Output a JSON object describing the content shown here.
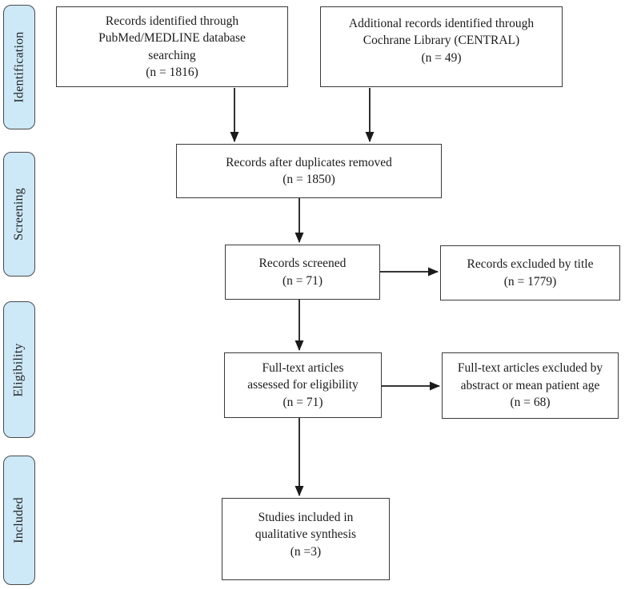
{
  "sidebar": {
    "stages": [
      {
        "label": "Identification"
      },
      {
        "label": "Screening"
      },
      {
        "label": "Eligibility"
      },
      {
        "label": "Included"
      }
    ]
  },
  "flow": {
    "records_identified": "Records identified through\nPubMed/MEDLINE database\nsearching\n(n = 1816)",
    "additional_records": "Additional records identified through\nCochrane Library (CENTRAL)\n(n = 49)",
    "after_duplicates": "Records after duplicates removed\n(n = 1850)",
    "records_screened": "Records screened\n(n = 71)",
    "excluded_by_title": "Records excluded by title\n(n = 1779)",
    "fulltext_assessed": "Full-text articles\nassessed for eligibility\n(n = 71)",
    "fulltext_excluded": "Full-text articles excluded by\nabstract or mean patient age\n(n = 68)",
    "studies_included": "Studies included in\nqualitative synthesis\n(n =3)"
  },
  "colors": {
    "stage_fill": "#cde8f7",
    "stage_border": "#4a4a4a",
    "box_border": "#3a3a3a",
    "arrow": "#1a1a1a",
    "text": "#1b1b1b",
    "background": "#ffffff"
  }
}
